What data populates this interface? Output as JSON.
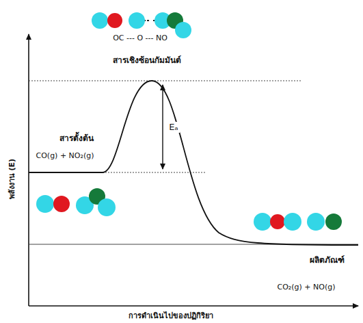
{
  "diagram": {
    "labels": [
      "OC --- O --- NO",
      "สารเชิงซ้อนกัมมันต์",
      "สารตั้งต้น",
      "CO(g) + NO₂(g)",
      "Eₐ",
      "ผลิตภัณฑ์",
      "CO₂(g) + NO(g)",
      "พลังงาน (E)",
      "การดำเนินไปของปฏิกิริยา"
    ]
  }
}
